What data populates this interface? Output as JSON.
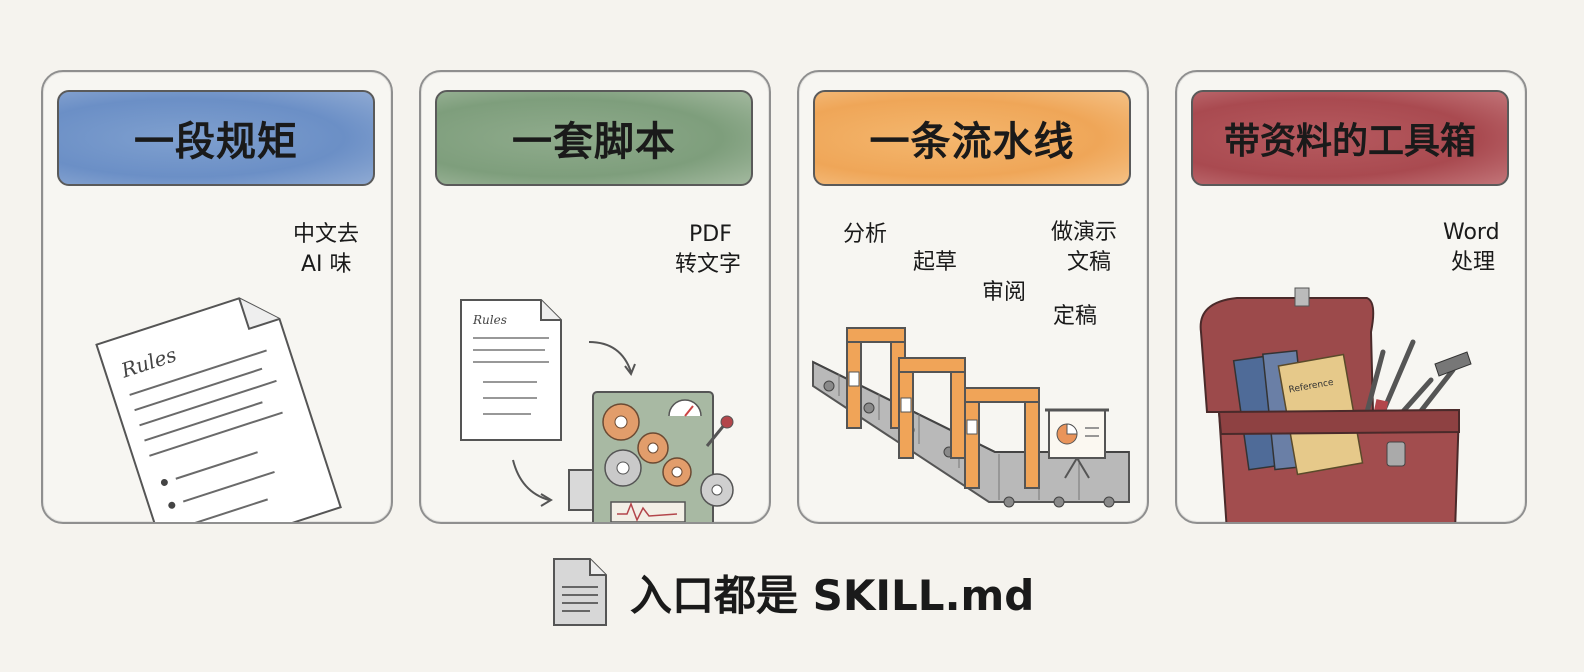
{
  "panels": [
    {
      "title": "一段规矩",
      "labels": [
        "中文去",
        "AI 味"
      ],
      "doc_heading": "Rules"
    },
    {
      "title": "一套脚本",
      "labels": [
        "PDF",
        "转文字"
      ],
      "doc_heading": "Rules"
    },
    {
      "title": "一条流水线",
      "labels": [
        "分析",
        "起草",
        "审阅",
        "做演示",
        "文稿",
        "定稿"
      ]
    },
    {
      "title": "带资料的工具箱",
      "labels": [
        "Word",
        "处理"
      ],
      "book_label": "Reference"
    }
  ],
  "footer": {
    "text": "入口都是 SKILL.md",
    "icon": "document-icon"
  },
  "colors": {
    "blue": "#6b8fc6",
    "green": "#7e9e7c",
    "orange": "#efa658",
    "red": "#a94a50"
  }
}
